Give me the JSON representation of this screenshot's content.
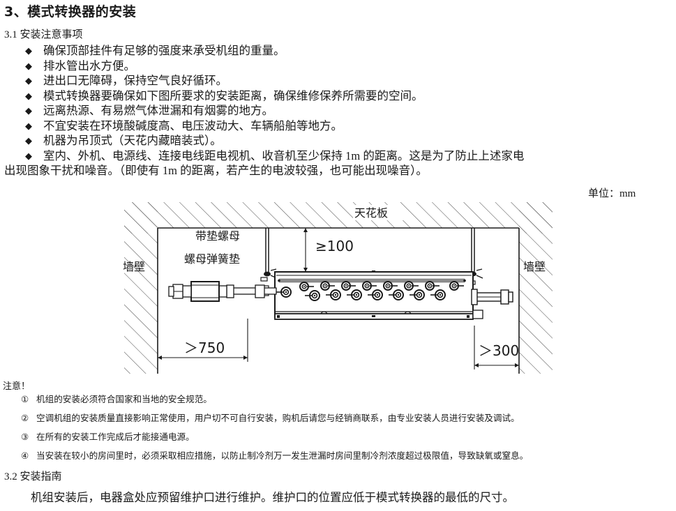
{
  "document": {
    "section_heading": "3、模式转换器的安装",
    "sub_31": "3.1 安装注意事项",
    "sub_32": "3.2 安装指南",
    "bullet_marker": "◆",
    "bullets": [
      "确保顶部挂件有足够的强度来承受机组的重量。",
      "排水管出水方便。",
      "进出口无障碍，保持空气良好循环。",
      "模式转换器要确保如下图所要求的安装距离，确保维修保养所需要的空间。",
      "远离热源、有易燃气体泄漏和有烟雾的地方。",
      "不宜安装在环境酸碱度高、电压波动大、车辆船舶等地方。",
      "机器为吊顶式（天花内藏暗装式）。"
    ],
    "bullet_long_line1": "室内、外机、电源线、连接电线距电视机、收音机至少保持 1m 的距离。这是为了防止上述家电",
    "bullet_long_line2": "出现图象干扰和噪音。（即使有 1m 的距离，若产生的电波较强，也可能出现噪音）。",
    "notice_heading": "注意！",
    "notes": [
      {
        "num": "①",
        "text": "机组的安装必须符合国家和当地的安全规范。"
      },
      {
        "num": "②",
        "text": "空调机组的安装质量直接影响正常使用，用户切不可自行安装，购机后请您与经销商联系，由专业安装人员进行安装及调试。"
      },
      {
        "num": "③",
        "text": "在所有的安装工作完成后才能接通电源。"
      },
      {
        "num": "④",
        "text": "当安装在较小的房间里时，必须采取相应措施，以防止制冷剂万一发生泄漏时房间里制冷剂浓度超过极限值，导致缺氧或窒息。"
      }
    ],
    "para_32": "机组安装后，电器盒处应预留维护口进行维护。维护口的位置应低于模式转换器的最低的尺寸。"
  },
  "diagram": {
    "unit_note_prefix": "单位：",
    "unit_note_value": "mm",
    "labels": {
      "ceiling": "天花板",
      "wall_left": "墙壁",
      "wall_right": "墙壁",
      "nut_with_washer": "带垫螺母",
      "nut_spring_washer": "螺母弹簧垫"
    },
    "dimensions": {
      "clearance_top": "≥100",
      "clearance_left": "＞750",
      "clearance_right": "＞300"
    },
    "colors": {
      "line": "#1a1a1a",
      "hatch": "#555555",
      "fill": "#ffffff",
      "rail": "#8d8d8d"
    }
  }
}
